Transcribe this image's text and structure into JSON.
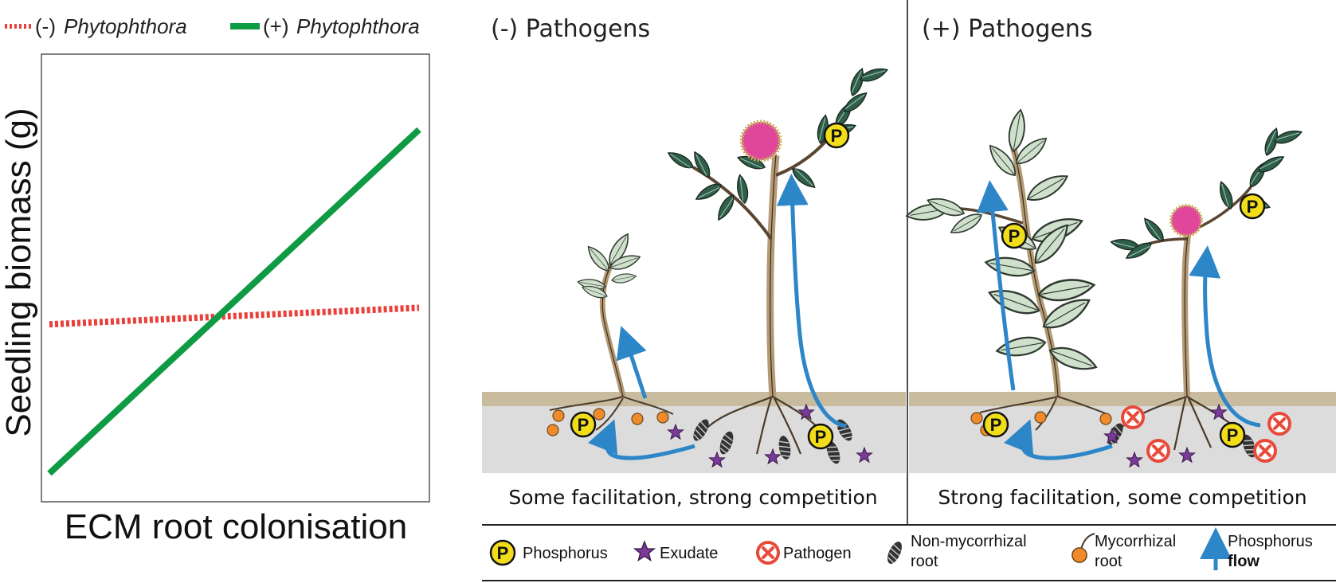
{
  "legend": {
    "neg_prefix": "(-)",
    "neg_name": "Phytophthora",
    "pos_prefix": "(+)",
    "pos_name": "Phytophthora",
    "colors": {
      "neg": "#e8403a",
      "pos": "#0f9a44"
    }
  },
  "chart_data": {
    "type": "line",
    "title": "",
    "xlabel": "ECM root colonisation",
    "ylabel": "Seedling biomass (g)",
    "series": [
      {
        "name": "(-) Phytophthora",
        "style": "dotted",
        "color": "#e8403a",
        "x": [
          0,
          1
        ],
        "y": [
          0.39,
          0.43
        ]
      },
      {
        "name": "(+) Phytophthora",
        "style": "solid",
        "color": "#0f9a44",
        "x": [
          0,
          1
        ],
        "y": [
          0.03,
          0.86
        ]
      }
    ],
    "xlim": [
      0,
      1
    ],
    "ylim": [
      0,
      1
    ],
    "grid": false
  },
  "panels": {
    "left": {
      "title": "(-) Pathogens",
      "caption": "Some facilitation, strong competition"
    },
    "right": {
      "title": "(+) Pathogens",
      "caption": "Strong facilitation, some competition"
    }
  },
  "symbol_letter": "P",
  "key": {
    "phosphorus": "Phosphorus",
    "exudate": "Exudate",
    "pathogen": "Pathogen",
    "non_myc_line1": "Non-mycorrhizal",
    "non_myc_line2": "root",
    "myc_line1": "Mycorrhizal",
    "myc_line2": "root",
    "flow_line1": "Phosphorus",
    "flow_line2": "flow"
  },
  "colors": {
    "soil_band": "#c9bb9e",
    "soil": "#dcdcdc",
    "arrow": "#2d86c8",
    "phosphorus": "#f2dd1a",
    "exudate": "#7a3a98",
    "pathogen": "#e84a3a",
    "mycorrhiza": "#f08a2a",
    "stem": "#b49a76",
    "leaf": "#cfe0cc",
    "leaf_dark": "#2f5f4a",
    "flower": "#e0469a"
  }
}
